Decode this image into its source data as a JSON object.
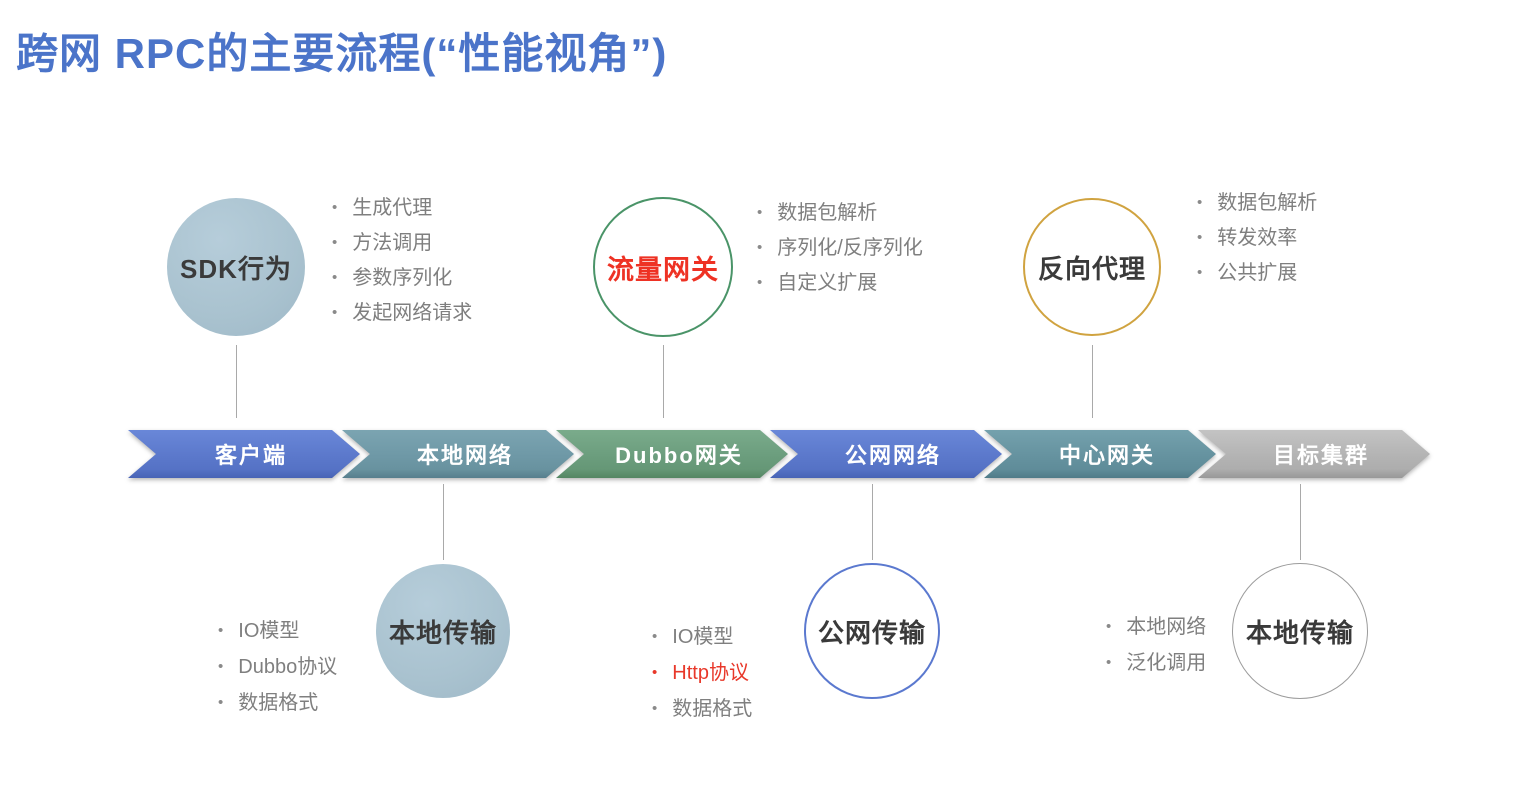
{
  "title": "跨网 RPC的主要流程(“性能视角”)",
  "palette": {
    "title_blue": "#4b74c9",
    "node_fill": "#a9c2cf",
    "green_border": "#4a9468",
    "gold_border": "#d0a340",
    "blue_border": "#5b79cf",
    "gray_border": "#9c9c9c",
    "red_text": "#ee3224",
    "bullet_gray": "#7f7f7f"
  },
  "flow_steps": [
    {
      "label": "客户端",
      "color": "#5b78cb"
    },
    {
      "label": "本地网络",
      "color": "#6e98a6"
    },
    {
      "label": "Dubbo网关",
      "color": "#6b9d7d"
    },
    {
      "label": "公网网络",
      "color": "#5b78cb"
    },
    {
      "label": "中心网关",
      "color": "#65929f"
    },
    {
      "label": "目标集群",
      "color": "#b3b3b3"
    }
  ],
  "top_nodes": [
    {
      "label": "SDK行为",
      "bullets": [
        "生成代理",
        "方法调用",
        "参数序列化",
        "发起网络请求"
      ]
    },
    {
      "label": "流量网关",
      "bullets": [
        "数据包解析",
        "序列化/反序列化",
        "自定义扩展"
      ]
    },
    {
      "label": "反向代理",
      "bullets": [
        "数据包解析",
        "转发效率",
        "公共扩展"
      ]
    }
  ],
  "bottom_nodes": [
    {
      "label": "本地传输",
      "bullets": [
        "IO模型",
        "Dubbo协议",
        "数据格式"
      ]
    },
    {
      "label": "公网传输",
      "bullets": [
        "IO模型",
        "Http协议",
        "数据格式"
      ],
      "highlighted_bullet": "Http协议"
    },
    {
      "label": "本地传输",
      "bullets": [
        "本地网络",
        "泛化调用"
      ]
    }
  ]
}
